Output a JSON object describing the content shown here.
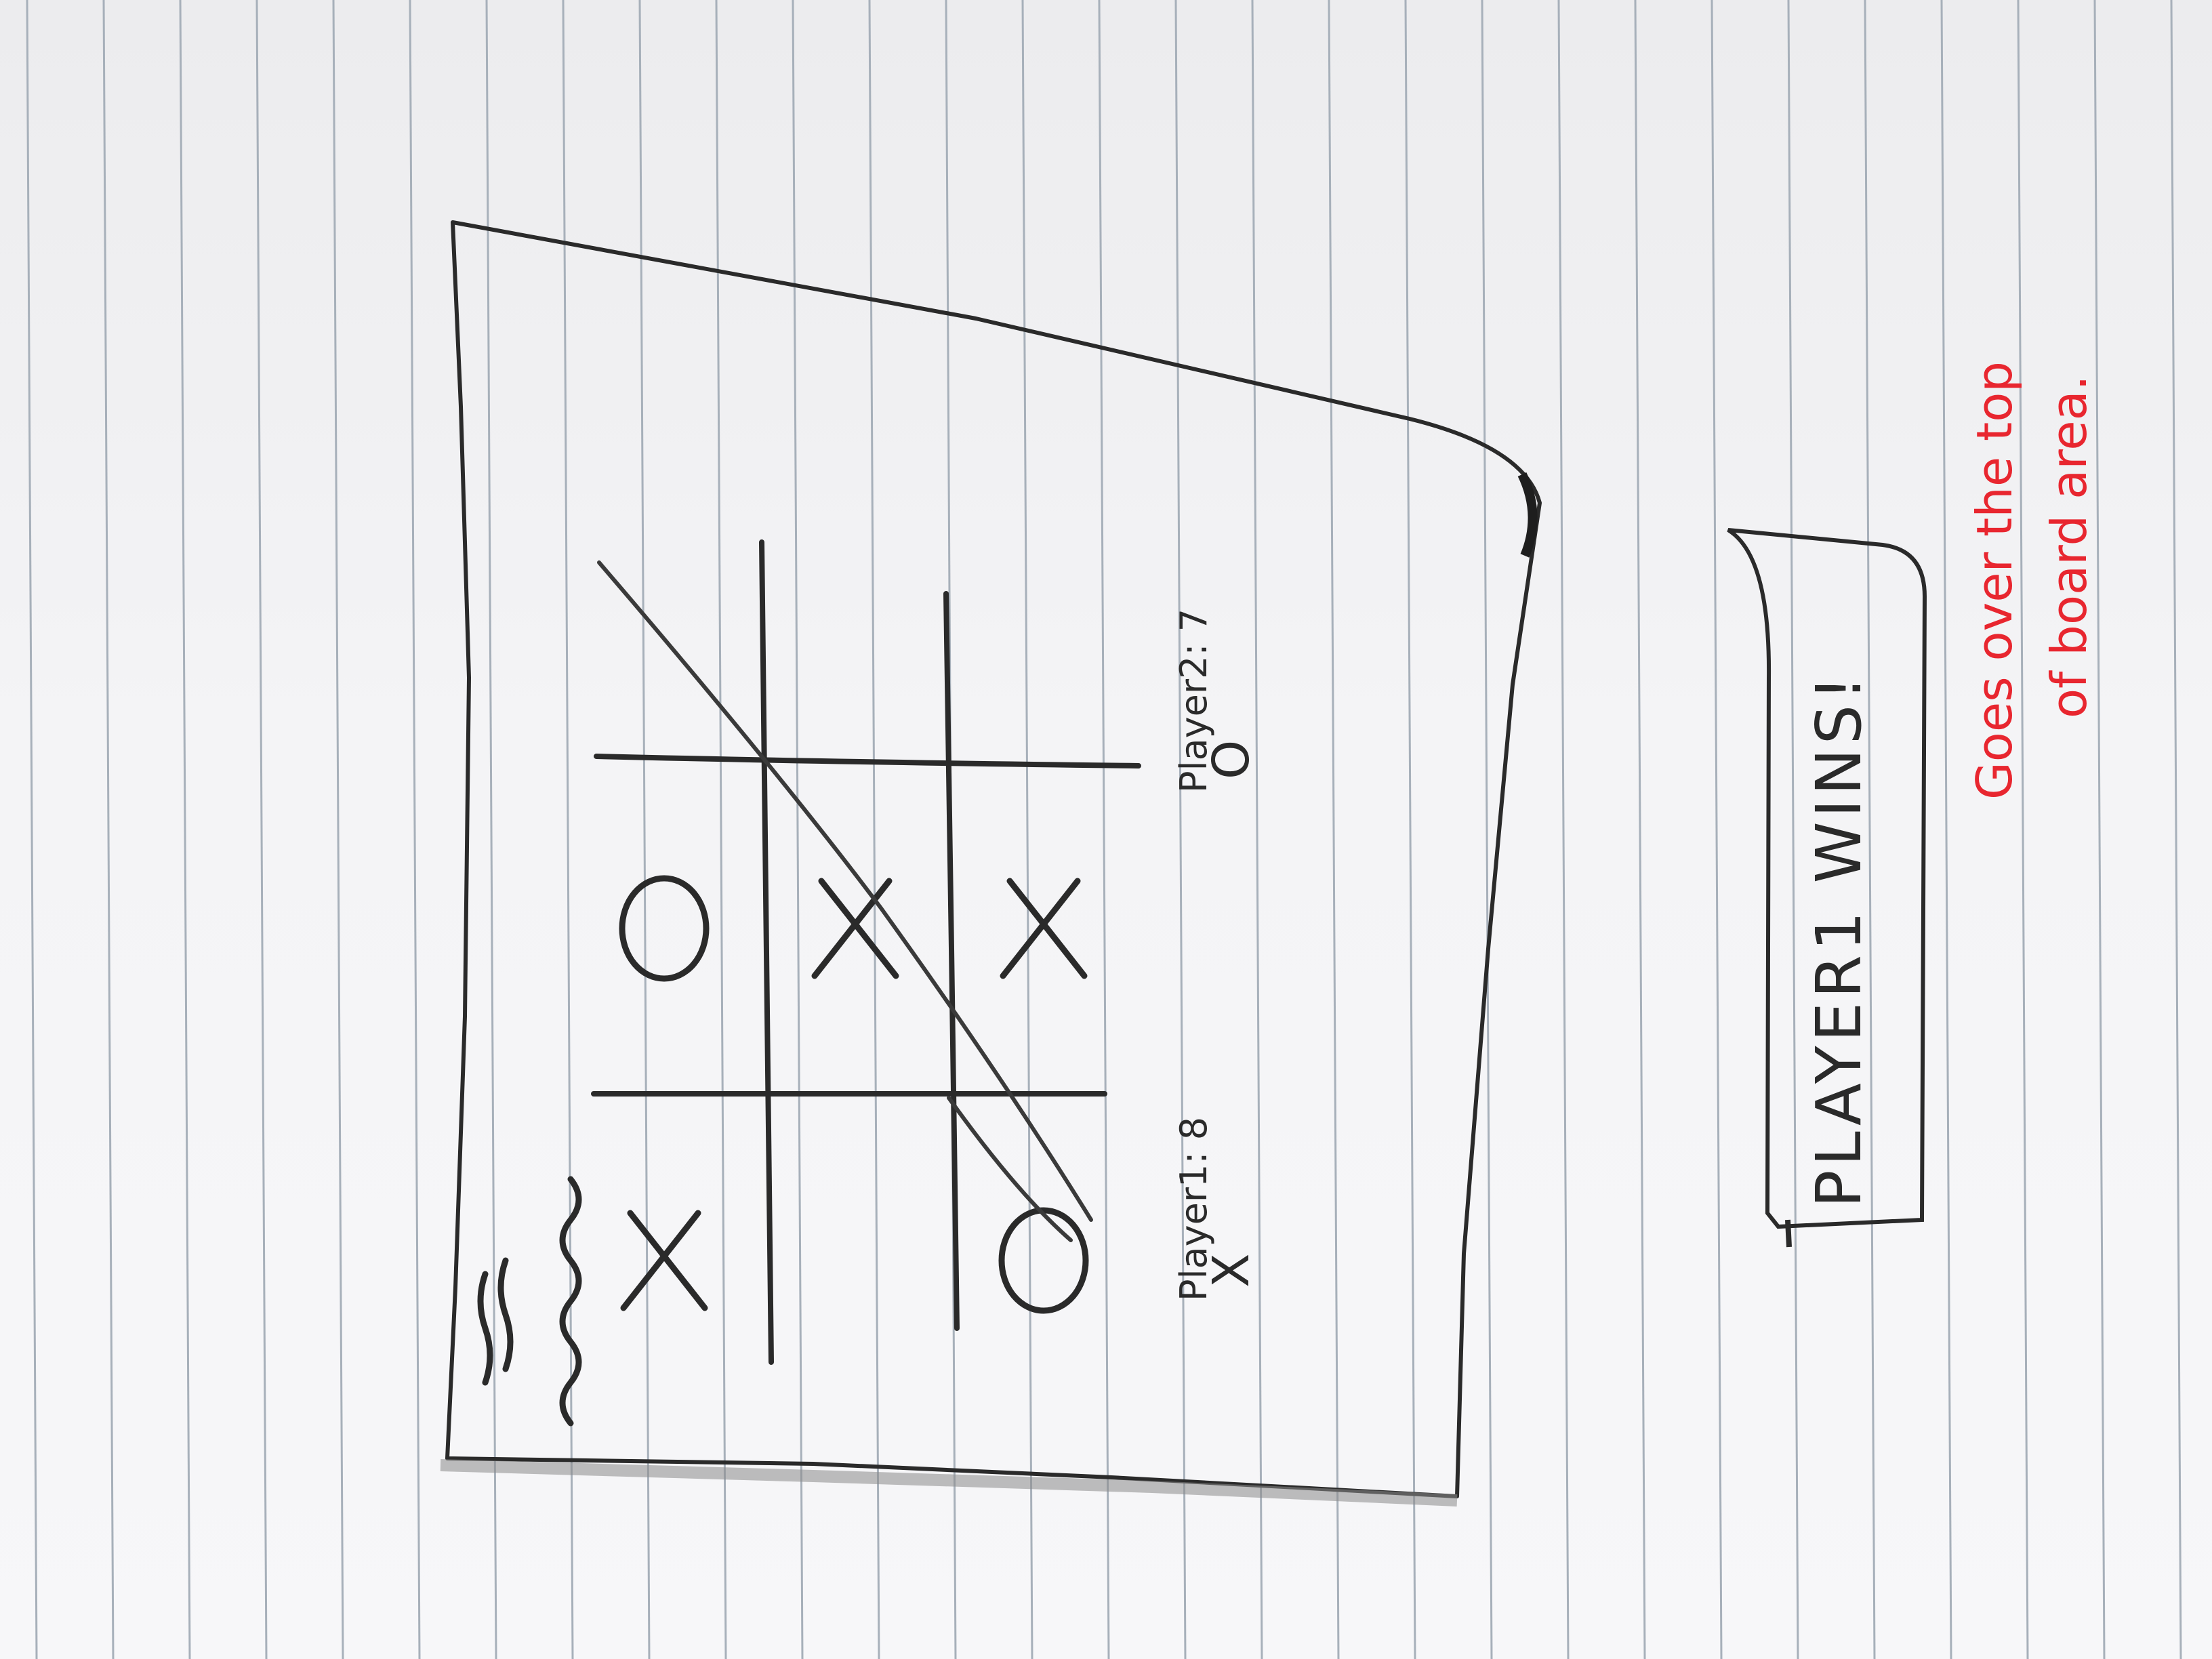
{
  "board": {
    "cells": [
      "X",
      "",
      "O",
      "O",
      "X",
      "X",
      "",
      "",
      ""
    ]
  },
  "score": {
    "player1": "Player1: 8",
    "player1_mark": "X",
    "player2": "Player2: 7",
    "player2_mark": "O"
  },
  "banner": {
    "text": "PLAYER1 WINS!"
  },
  "annotation": {
    "line1": "Goes over the top",
    "line2": "of board area.",
    "color": "#e8262f"
  },
  "colors": {
    "ink": "#2a2a2a",
    "paper": "#f3f3f5",
    "rule": "#9aa6b2"
  }
}
